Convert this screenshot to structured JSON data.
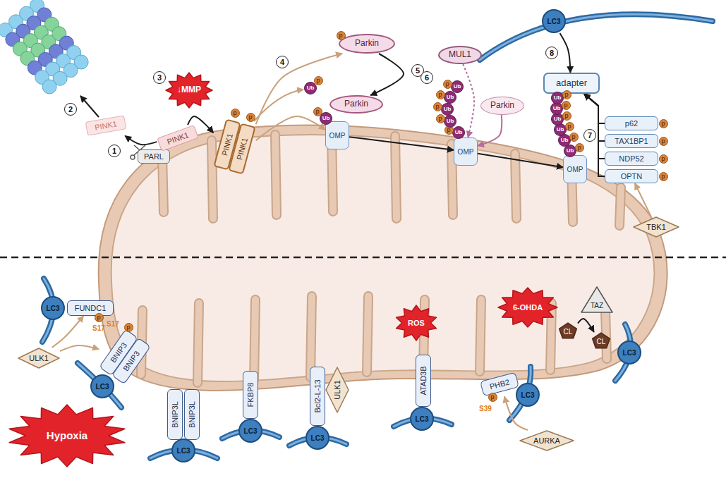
{
  "diagram": {
    "nodes": [
      {
        "text": [
          "PINK1"
        ]
      },
      {
        "text": [
          "PARL"
        ]
      },
      {
        "text": [
          "PINK1"
        ]
      },
      {
        "text": [
          "↓MMP"
        ]
      },
      {
        "text": [
          "PINK1"
        ]
      },
      {
        "text": [
          "PINK1"
        ]
      },
      {
        "text": [
          "Parkin"
        ]
      },
      {
        "text": [
          "Parkin"
        ]
      },
      {
        "text": [
          "OMP"
        ]
      },
      {
        "text": [
          "MUL1"
        ]
      },
      {
        "text": [
          "Parkin"
        ]
      },
      {
        "text": [
          "OMP"
        ]
      },
      {
        "text": [
          "OMP"
        ]
      },
      {
        "text": [
          "adapter"
        ]
      },
      {
        "text": [
          "p62"
        ]
      },
      {
        "text": [
          "TAX1BP1"
        ]
      },
      {
        "text": [
          "NDP52"
        ]
      },
      {
        "text": [
          "OPTN"
        ]
      },
      {
        "text": [
          "TBK1"
        ]
      },
      {
        "text": [
          "LC3"
        ]
      },
      {
        "text": [
          "LC3"
        ]
      },
      {
        "text": [
          "FUNDC1"
        ]
      },
      {
        "text": [
          "ULK1"
        ]
      },
      {
        "text": [
          "BNIP3"
        ]
      },
      {
        "text": [
          "BNIP3"
        ]
      },
      {
        "text": [
          "LC3"
        ]
      },
      {
        "text": [
          "Hypoxia"
        ]
      },
      {
        "text": [
          "BNIP3L"
        ]
      },
      {
        "text": [
          "BNIP3L"
        ]
      },
      {
        "text": [
          "LC3"
        ]
      },
      {
        "text": [
          "FKBP8"
        ]
      },
      {
        "text": [
          "LC3"
        ]
      },
      {
        "text": [
          "Bcl2-L-13"
        ]
      },
      {
        "text": [
          "ULK1"
        ]
      },
      {
        "text": [
          "LC3"
        ]
      },
      {
        "text": [
          "ROS"
        ]
      },
      {
        "text": [
          "ATAD3B"
        ]
      },
      {
        "text": [
          "LC3"
        ]
      },
      {
        "text": [
          "6-OHDA"
        ]
      },
      {
        "text": [
          "TAZ"
        ]
      },
      {
        "text": [
          "CL"
        ]
      },
      {
        "text": [
          "CL"
        ]
      },
      {
        "text": [
          "LC3"
        ]
      },
      {
        "text": [
          "PHB2"
        ]
      },
      {
        "text": [
          "LC3"
        ]
      },
      {
        "text": [
          "AURKA"
        ]
      }
    ],
    "edges": [
      {
        "from": 2,
        "to": 0,
        "arrow": "to"
      },
      {
        "from": 2,
        "to": 4,
        "arrow": "to"
      },
      {
        "from": 5,
        "to": 6,
        "arrow": "to"
      },
      {
        "from": 5,
        "to": 8,
        "arrow": "to"
      },
      {
        "from": 6,
        "to": 7,
        "arrow": "to"
      },
      {
        "from": 8,
        "to": 11,
        "arrow": "to"
      },
      {
        "from": 11,
        "to": 12,
        "arrow": "to"
      },
      {
        "from": 9,
        "to": 11,
        "arrow": "to"
      },
      {
        "from": 10,
        "to": 11,
        "arrow": "to"
      },
      {
        "from": 14,
        "to": 13,
        "arrow": "to"
      },
      {
        "from": 15,
        "to": 13,
        "arrow": "to"
      },
      {
        "from": 16,
        "to": 13,
        "arrow": "to"
      },
      {
        "from": 17,
        "to": 13,
        "arrow": "to"
      },
      {
        "from": 19,
        "to": 13,
        "arrow": "to"
      },
      {
        "from": 18,
        "to": 17,
        "arrow": "to"
      },
      {
        "from": 22,
        "to": 21,
        "arrow": "to"
      },
      {
        "from": 22,
        "to": 23,
        "arrow": "to"
      },
      {
        "from": 45,
        "to": 43,
        "arrow": "to"
      },
      {
        "from": 40,
        "to": 41,
        "arrow": "to"
      }
    ],
    "labels": [
      "1",
      "2",
      "3",
      "4",
      "5",
      "6",
      "7",
      "8",
      "p",
      "p",
      "p",
      "Ub",
      "p",
      "Ub",
      "p",
      "Ub",
      "p",
      "Ub",
      "p",
      "Ub",
      "p",
      "Ub",
      "p",
      "Ub",
      "p",
      "Ub",
      "p",
      "Ub",
      "p",
      "Ub",
      "p",
      "Ub",
      "p",
      "Ub",
      "p",
      "Ub",
      "p",
      "p",
      "p",
      "p",
      "p",
      "p",
      "S17",
      "p",
      "S17",
      "p",
      "S39"
    ]
  }
}
